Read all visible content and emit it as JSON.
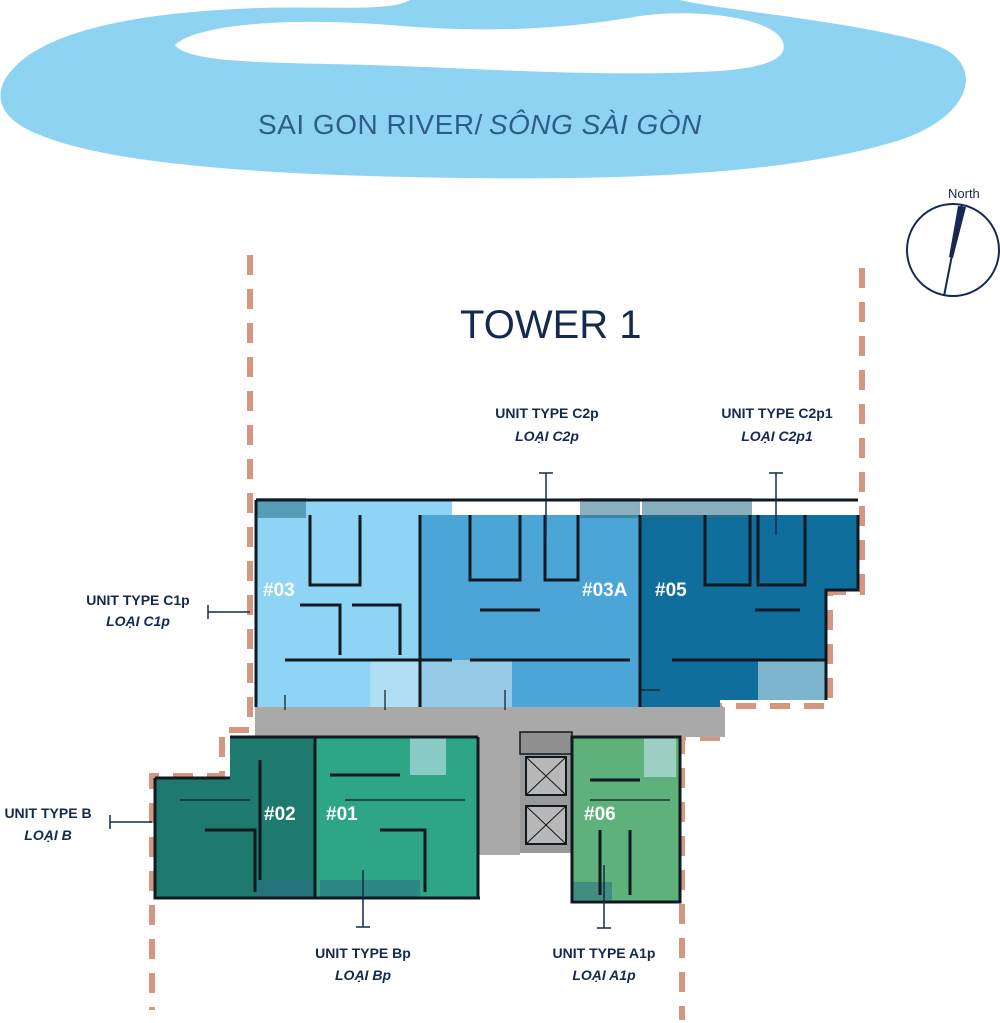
{
  "river": {
    "label": "SAI GON RIVER/",
    "label_vi": "SÔNG SÀI GÒN",
    "color": "#8fd3f2"
  },
  "compass": {
    "label": "North",
    "icon": "north-arrow-icon"
  },
  "tower": {
    "title": "TOWER 1"
  },
  "units": [
    {
      "id": "#03",
      "color": "#8dd4f5"
    },
    {
      "id": "#03A",
      "color": "#4ba5d6"
    },
    {
      "id": "#05",
      "color": "#0f6e9c"
    },
    {
      "id": "#02",
      "color": "#1e7a6f"
    },
    {
      "id": "#01",
      "color": "#2ea585"
    },
    {
      "id": "#06",
      "color": "#5eb17a"
    }
  ],
  "labels": {
    "c2p": {
      "type": "UNIT TYPE C2p",
      "loai": "LOẠI C2p"
    },
    "c2p1": {
      "type": "UNIT TYPE C2p1",
      "loai": "LOẠI C2p1"
    },
    "c1p": {
      "type": "UNIT TYPE C1p",
      "loai": "LOẠI C1p"
    },
    "b": {
      "type": "UNIT TYPE B",
      "loai": "LOẠI B"
    },
    "bp": {
      "type": "UNIT TYPE Bp",
      "loai": "LOẠI Bp"
    },
    "a1p": {
      "type": "UNIT TYPE A1p",
      "loai": "LOẠI A1p"
    }
  },
  "colors": {
    "corridor": "#a9a9a9",
    "boundary": "#d49882",
    "text": "#14294f"
  }
}
